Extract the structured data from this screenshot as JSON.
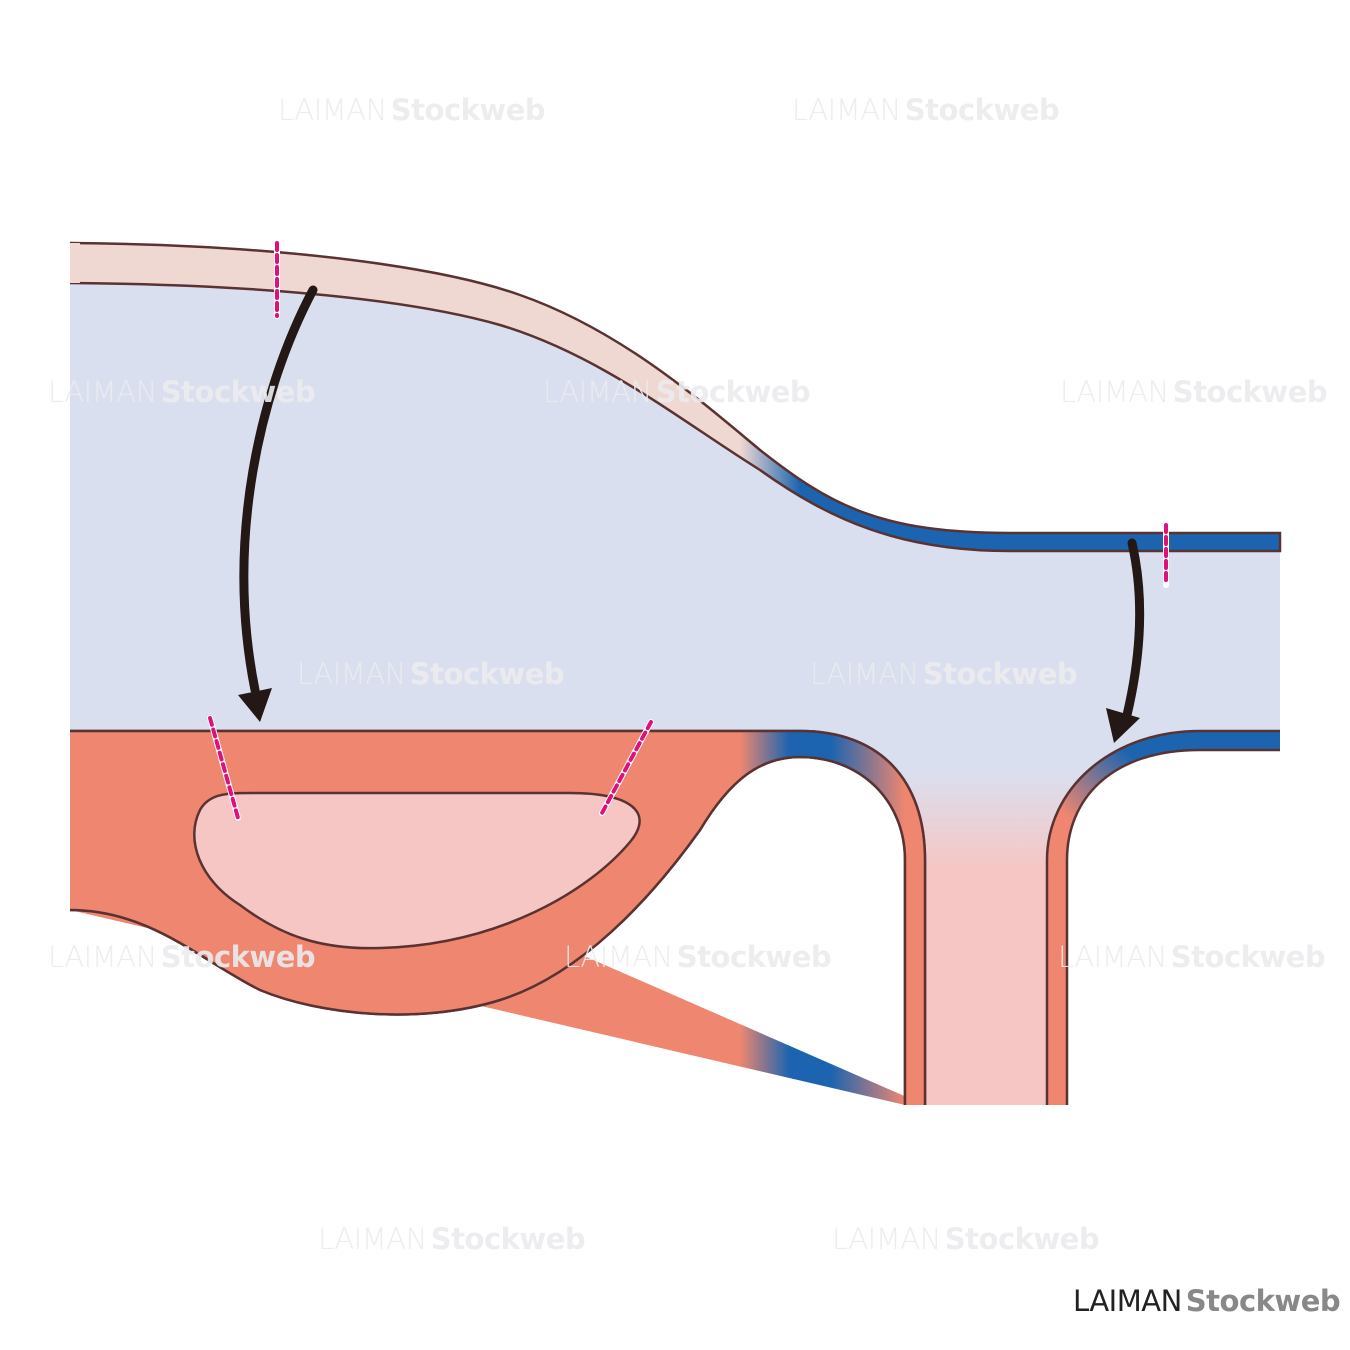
{
  "diagram": {
    "colors": {
      "outer_wall_upper": "#f0d8d2",
      "lumen": "#dadff0",
      "wall_lower": "#ee8670",
      "pouch": "#f6c6c4",
      "wall_blue": "#1c64b0",
      "outline": "#5a3232",
      "cut_line": "#e0107a",
      "arrow": "#231815"
    },
    "icons": [
      "curved-arrow",
      "curved-arrow",
      "dashed-incision-line"
    ]
  },
  "watermark": {
    "part1": "LAIMAN",
    "part2": "Stockweb"
  },
  "logo": {
    "part1": "LAIMAN",
    "part2": "Stockweb"
  }
}
